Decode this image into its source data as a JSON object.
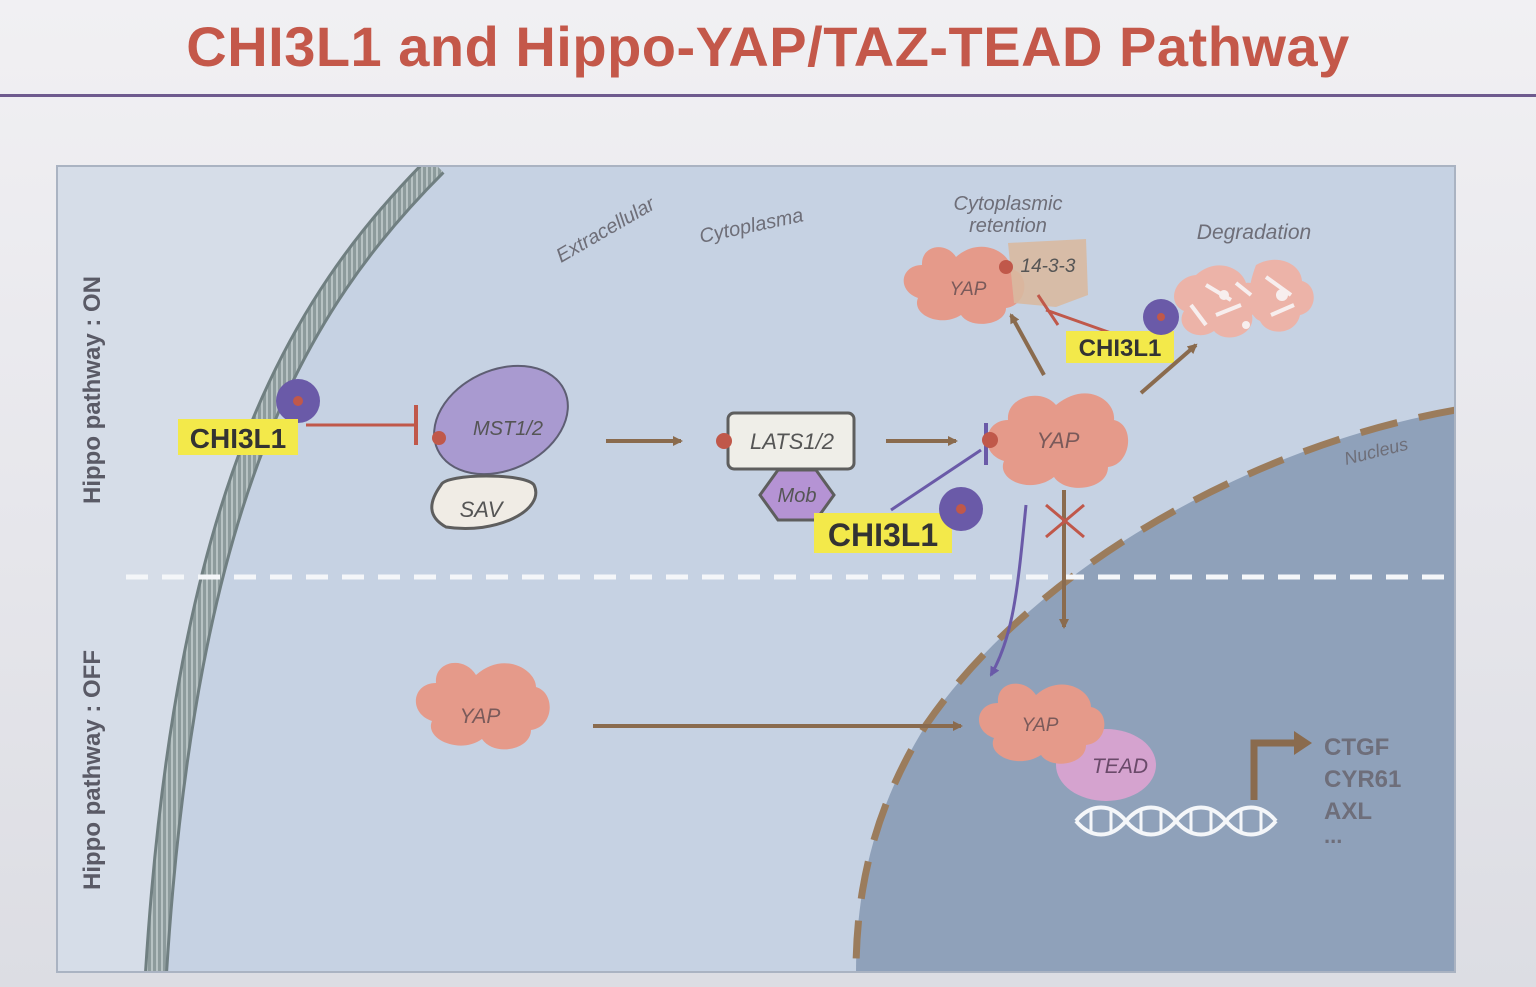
{
  "slide": {
    "title": "CHI3L1 and Hippo-YAP/TAZ-TEAD Pathway"
  },
  "diagram": {
    "side_labels": {
      "on": "Hippo pathway : ON",
      "off": "Hippo pathway : OFF"
    },
    "regions": {
      "extracellular": "Extracellular",
      "cytoplasma": "Cytoplasma",
      "nucleus": "Nucleus"
    },
    "nodes": {
      "chi3l1": "CHI3L1",
      "mst": "MST1/2",
      "sav": "SAV",
      "lats": "LATS1/2",
      "mob": "Mob",
      "yap": "YAP",
      "p1433": "14-3-3",
      "tead": "TEAD"
    },
    "annotations": {
      "cytoplasmic_retention_line1": "Cytoplasmic",
      "cytoplasmic_retention_line2": "retention",
      "degradation": "Degradation"
    },
    "target_genes": [
      "CTGF",
      "CYR61",
      "AXL",
      "..."
    ],
    "colors": {
      "title": "#c4584a",
      "rule": "#6e5a8e",
      "cytoplasm": "#bccbe0",
      "nucleus": "#8d9fb8",
      "membrane": "#7f8f91",
      "yap": "#e59a8a",
      "mst": "#a99ad0",
      "highlight": "#f3e94a",
      "arrow": "#8a6b4e",
      "inhibit": "#c0584a",
      "p_circle": "#6a5aa8"
    }
  }
}
